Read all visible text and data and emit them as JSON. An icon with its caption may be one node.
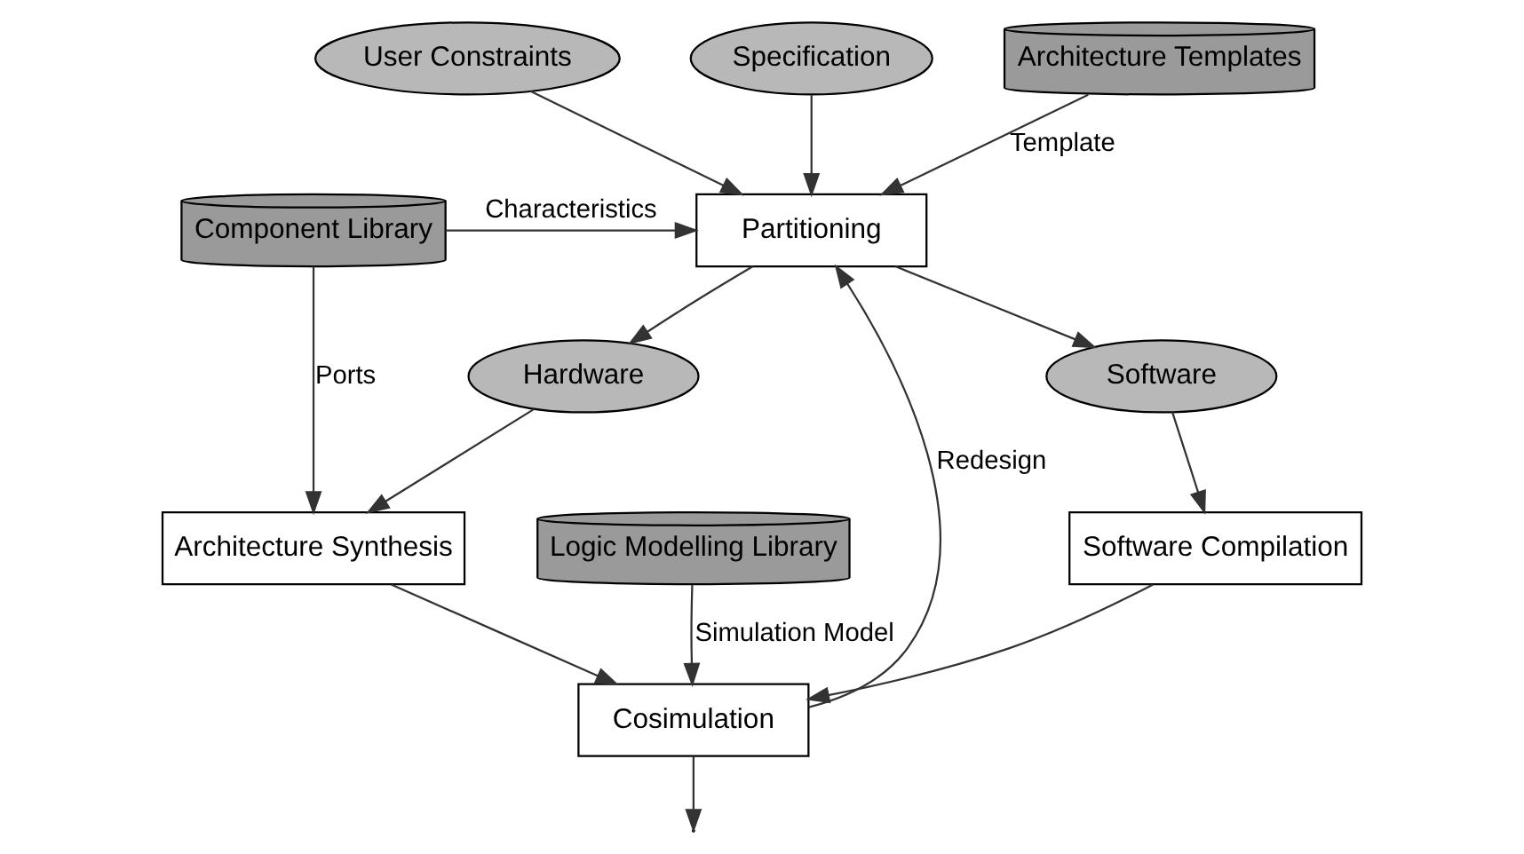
{
  "diagram": {
    "nodes": [
      {
        "text": [
          "User Constraints"
        ]
      },
      {
        "text": [
          "Specification"
        ]
      },
      {
        "text": [
          "Architecture Templates"
        ]
      },
      {
        "text": [
          "Partitioning"
        ]
      },
      {
        "text": [
          "Component Library"
        ]
      },
      {
        "text": [
          "Logic Modelling Library"
        ]
      },
      {
        "text": [
          "Software"
        ]
      },
      {
        "text": [
          "Hardware"
        ]
      },
      {
        "text": [
          "Software Compilation"
        ]
      },
      {
        "text": [
          "Architecture Synthesis"
        ]
      },
      {
        "text": [
          "Cosimulation"
        ]
      }
    ],
    "edges": [
      {
        "from": 0,
        "to": 3,
        "arrow": "to"
      },
      {
        "from": 1,
        "to": 3,
        "arrow": "to"
      },
      {
        "from": 2,
        "to": 3,
        "arrow": "to",
        "label": "Template"
      },
      {
        "from": 4,
        "to": 3,
        "arrow": "to",
        "label": "Characteristics"
      },
      {
        "from": 3,
        "to": 6,
        "arrow": "to"
      },
      {
        "from": 3,
        "to": 7,
        "arrow": "to"
      },
      {
        "from": 6,
        "to": 8,
        "arrow": "to"
      },
      {
        "from": 7,
        "to": 9,
        "arrow": "to"
      },
      {
        "from": 4,
        "to": 9,
        "arrow": "to",
        "label": "Ports"
      },
      {
        "from": 8,
        "to": 10,
        "arrow": "to"
      },
      {
        "from": 9,
        "to": 10,
        "arrow": "to"
      },
      {
        "from": 5,
        "to": 10,
        "arrow": "to",
        "label": "Simulation Model"
      },
      {
        "from": 10,
        "to": 3,
        "arrow": "to",
        "label": "Redesign"
      },
      {
        "from": 10,
        "to": null,
        "arrow": "to"
      }
    ]
  }
}
